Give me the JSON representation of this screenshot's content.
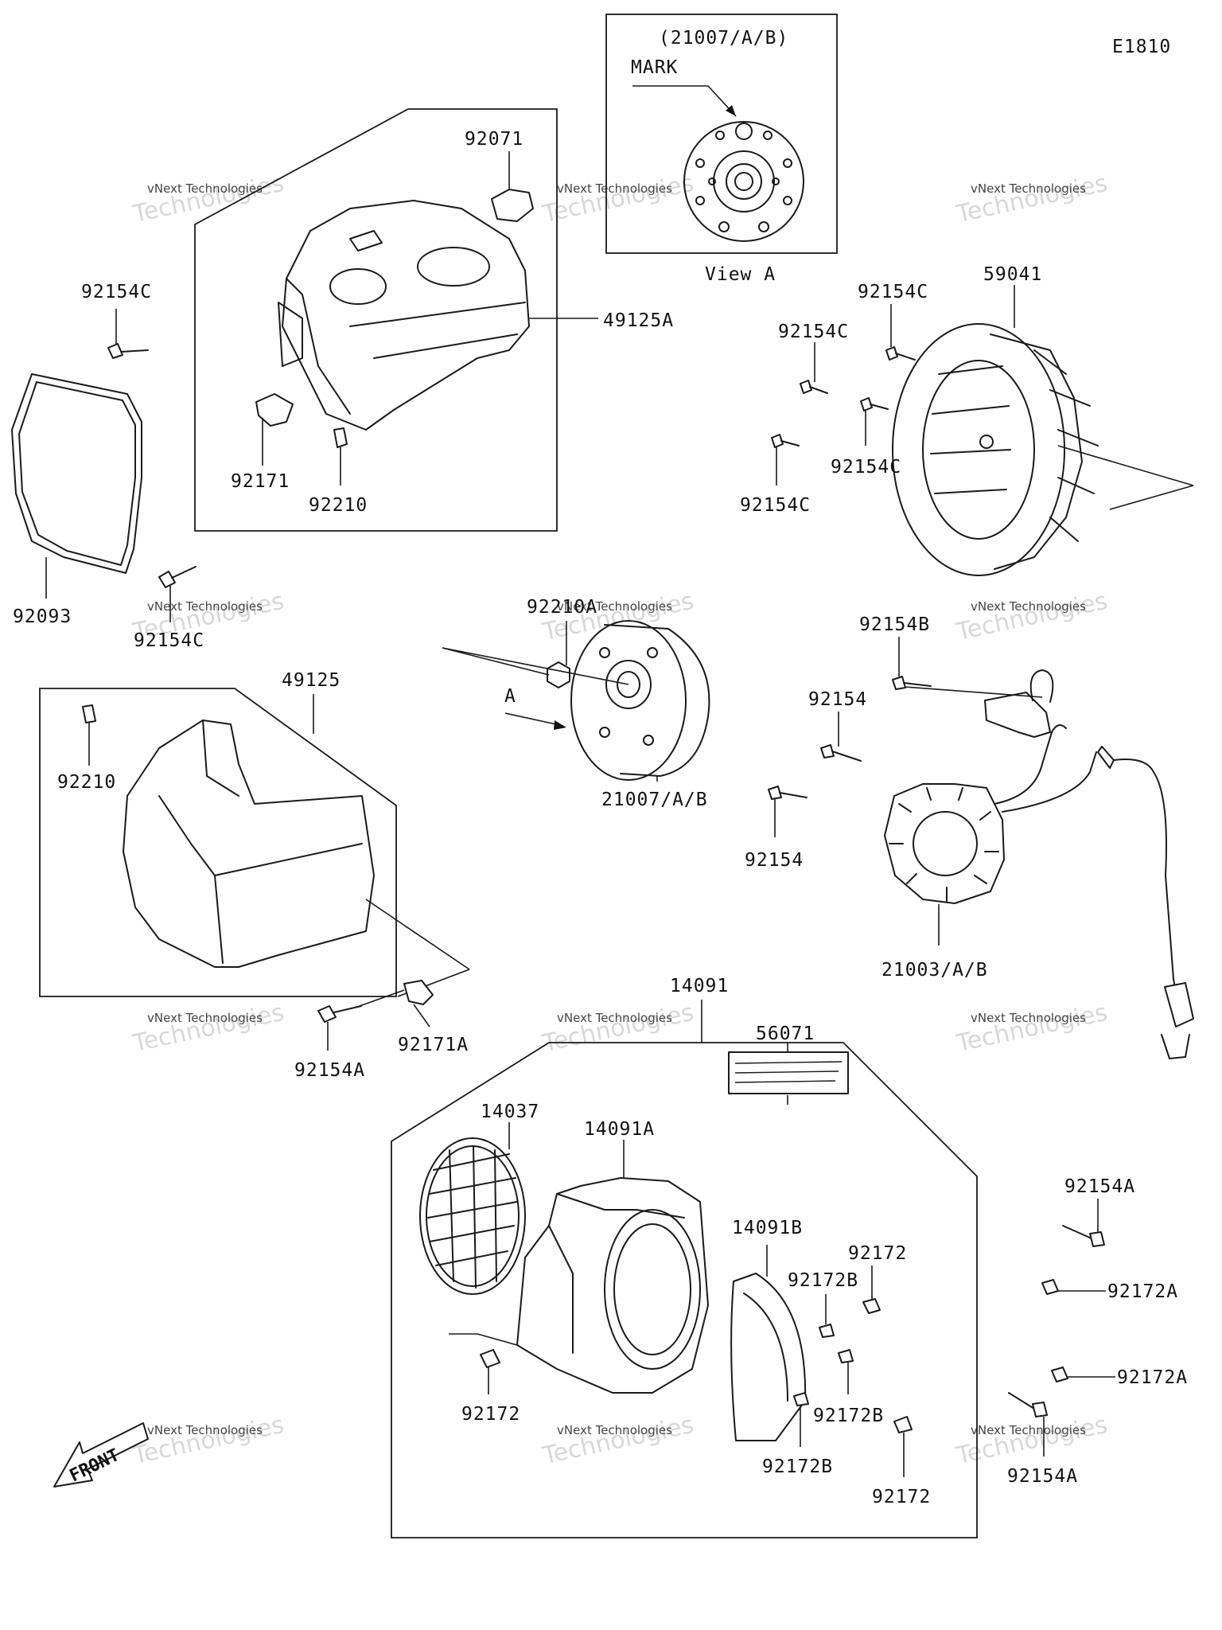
{
  "diagram_code": "E1810",
  "view_a": {
    "title": "(21007/A/B)",
    "mark": "MARK",
    "caption": "View A",
    "arrow_letter": "A"
  },
  "front_label": "FRONT",
  "watermark": {
    "line1": "vNext Technologies",
    "line2": "Technologies",
    "line3": "vNext"
  },
  "parts": {
    "p92071": "92071",
    "p49125A": "49125A",
    "p92171": "92171",
    "p92210_top": "92210",
    "p92154C_left": "92154C",
    "p92093": "92093",
    "p92154C_lower": "92154C",
    "p49125": "49125",
    "p92210_left": "92210",
    "p92154A_bottom": "92154A",
    "p92171A": "92171A",
    "p92210A": "92210A",
    "p21007": "21007/A/B",
    "p59041": "59041",
    "p92154C_r1": "92154C",
    "p92154C_r2": "92154C",
    "p92154C_r3": "92154C",
    "p92154C_r4": "92154C",
    "p92154B": "92154B",
    "p92154_a": "92154",
    "p92154_b": "92154",
    "p21003": "21003/A/B",
    "p14091": "14091",
    "p14037": "14037",
    "p14091A": "14091A",
    "p56071": "56071",
    "p14091B": "14091B",
    "p92172_a": "92172",
    "p92172B_a": "92172B",
    "p92172B_b": "92172B",
    "p92172B_c": "92172B",
    "p92172_b": "92172",
    "p92172_c": "92172",
    "p92154A_r1": "92154A",
    "p92172A_r1": "92172A",
    "p92172A_r2": "92172A",
    "p92154A_r2": "92154A"
  }
}
